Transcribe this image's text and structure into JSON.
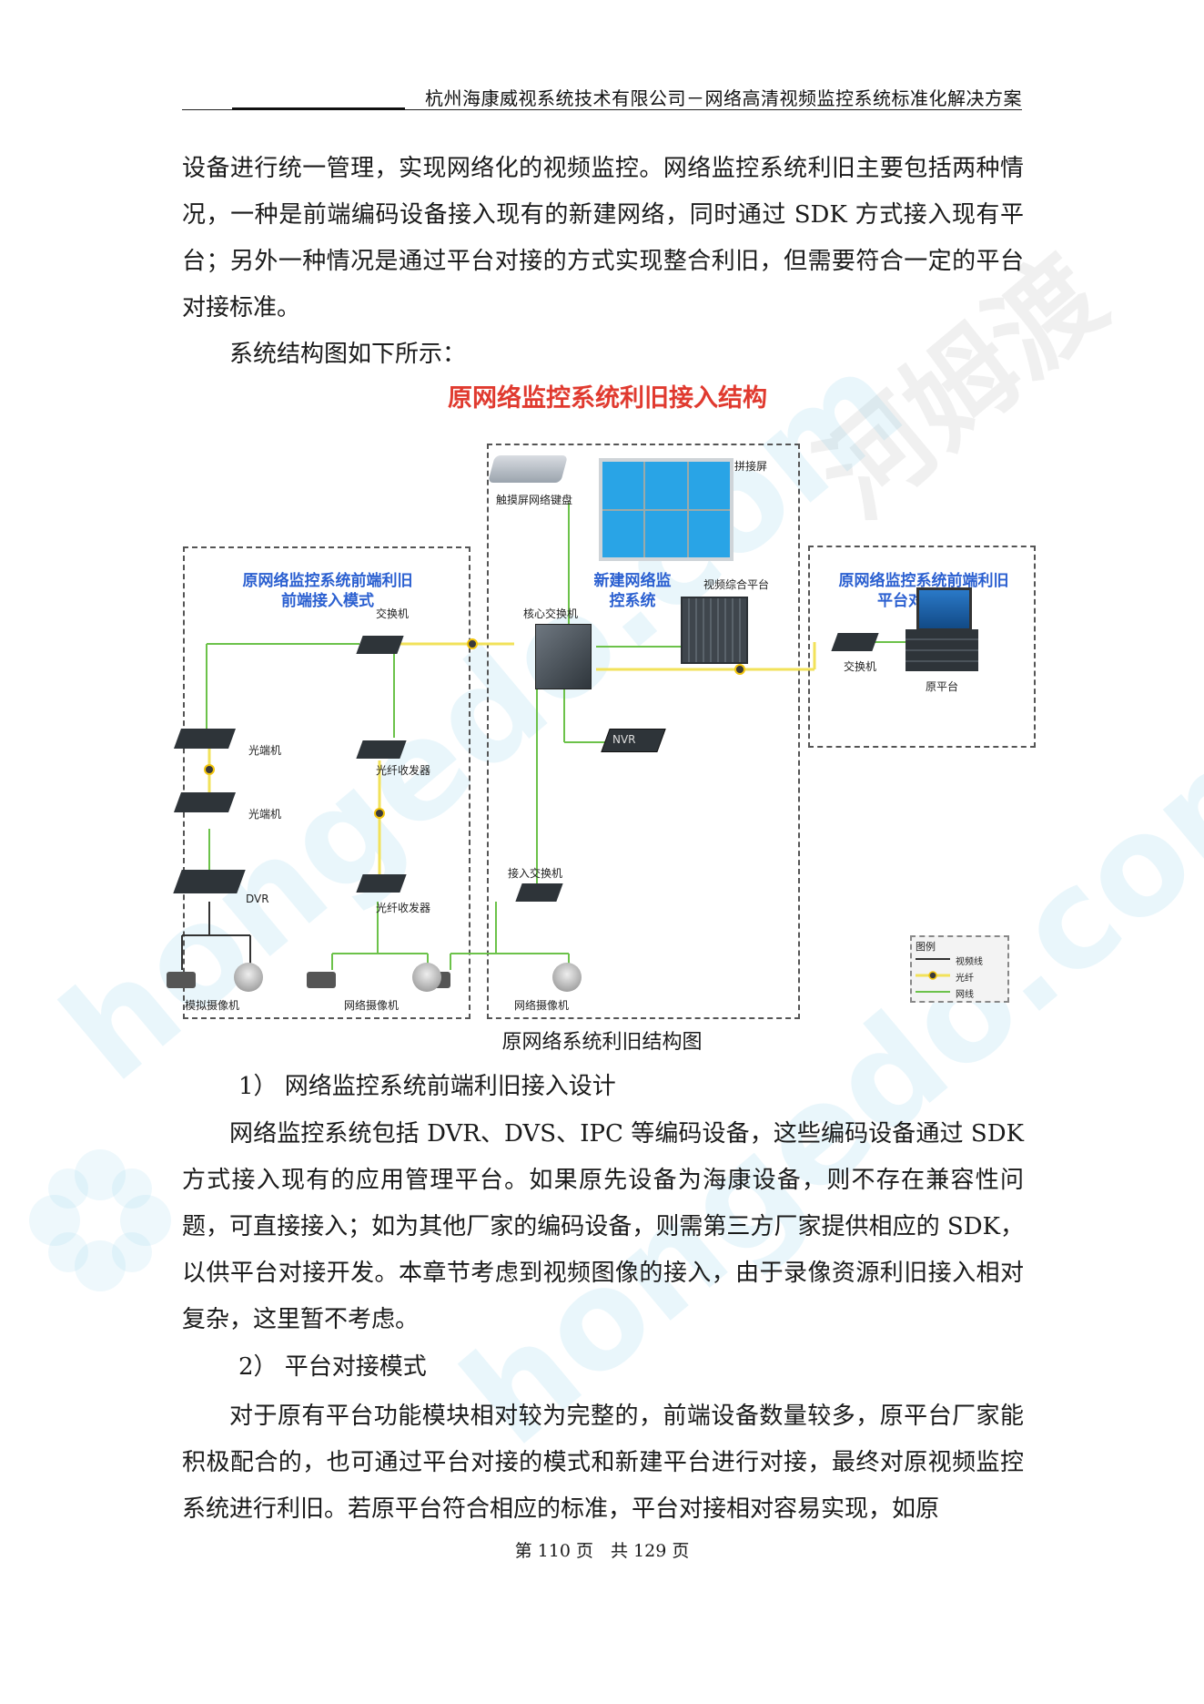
{
  "header": {
    "title": "杭州海康威视系统技术有限公司－网络高清视频监控系统标准化解决方案"
  },
  "paragraphs": {
    "p1": "设备进行统一管理，实现网络化的视频监控。网络监控系统利旧主要包括两种情况，一种是前端编码设备接入现有的新建网络，同时通过 SDK 方式接入现有平台；另外一种情况是通过平台对接的方式实现整合利旧，但需要符合一定的平台对接标准。",
    "p2": "系统结构图如下所示：",
    "h1": "1） 网络监控系统前端利旧接入设计",
    "p3": "网络监控系统包括 DVR、DVS、IPC 等编码设备，这些编码设备通过 SDK 方式接入现有的应用管理平台。如果原先设备为海康设备，则不存在兼容性问题，可直接接入；如为其他厂家的编码设备，则需第三方厂家提供相应的 SDK，以供平台对接开发。本章节考虑到视频图像的接入，由于录像资源利旧接入相对复杂，这里暂不考虑。",
    "h2": "2） 平台对接模式",
    "p4": "对于原有平台功能模块相对较为完整的，前端设备数量较多，原平台厂家能积极配合的，也可通过平台对接的模式和新建平台进行对接，最终对原视频监控系统进行利旧。若原平台符合相应的标准，平台对接相对容易实现，如原"
  },
  "figure": {
    "title": "原网络监控系统利旧接入结构",
    "caption": "原网络系统利旧结构图",
    "zones": {
      "left": "原网络监控系统前端利旧\n前端接入模式",
      "center": "新建网络监\n控系统",
      "right": "原网络监控系统前端利旧\n平台对接模式"
    },
    "labels": {
      "keyboard": "触摸屏网络键盘",
      "videowall": "拼接屏",
      "platform": "视频综合平台",
      "core_switch": "核心交换机",
      "nvr": "NVR",
      "access_switch": "接入交换机",
      "net_camera_c": "网络摄像机",
      "left_switch": "交换机",
      "optical_1": "光端机",
      "optical_2": "光端机",
      "dvr": "DVR",
      "analog_camera": "模拟摄像机",
      "fiber_tx_1": "光纤收发器",
      "fiber_tx_2": "光纤收发器",
      "net_camera_l": "网络摄像机",
      "right_switch": "交换机",
      "orig_platform": "原平台"
    },
    "legend": {
      "title": "图例",
      "video": "视频线",
      "fiber": "光纤",
      "network": "网线"
    },
    "colors": {
      "network": "#6cc24a",
      "fiber": "#f2e25a",
      "video": "#333333",
      "title": "#e03a2f",
      "zone_label": "#2a5fd0"
    }
  },
  "footer": {
    "text": "第 110 页　共 129 页"
  },
  "watermark": {
    "text1": "hongedo.com",
    "text2": "河姆渡"
  }
}
